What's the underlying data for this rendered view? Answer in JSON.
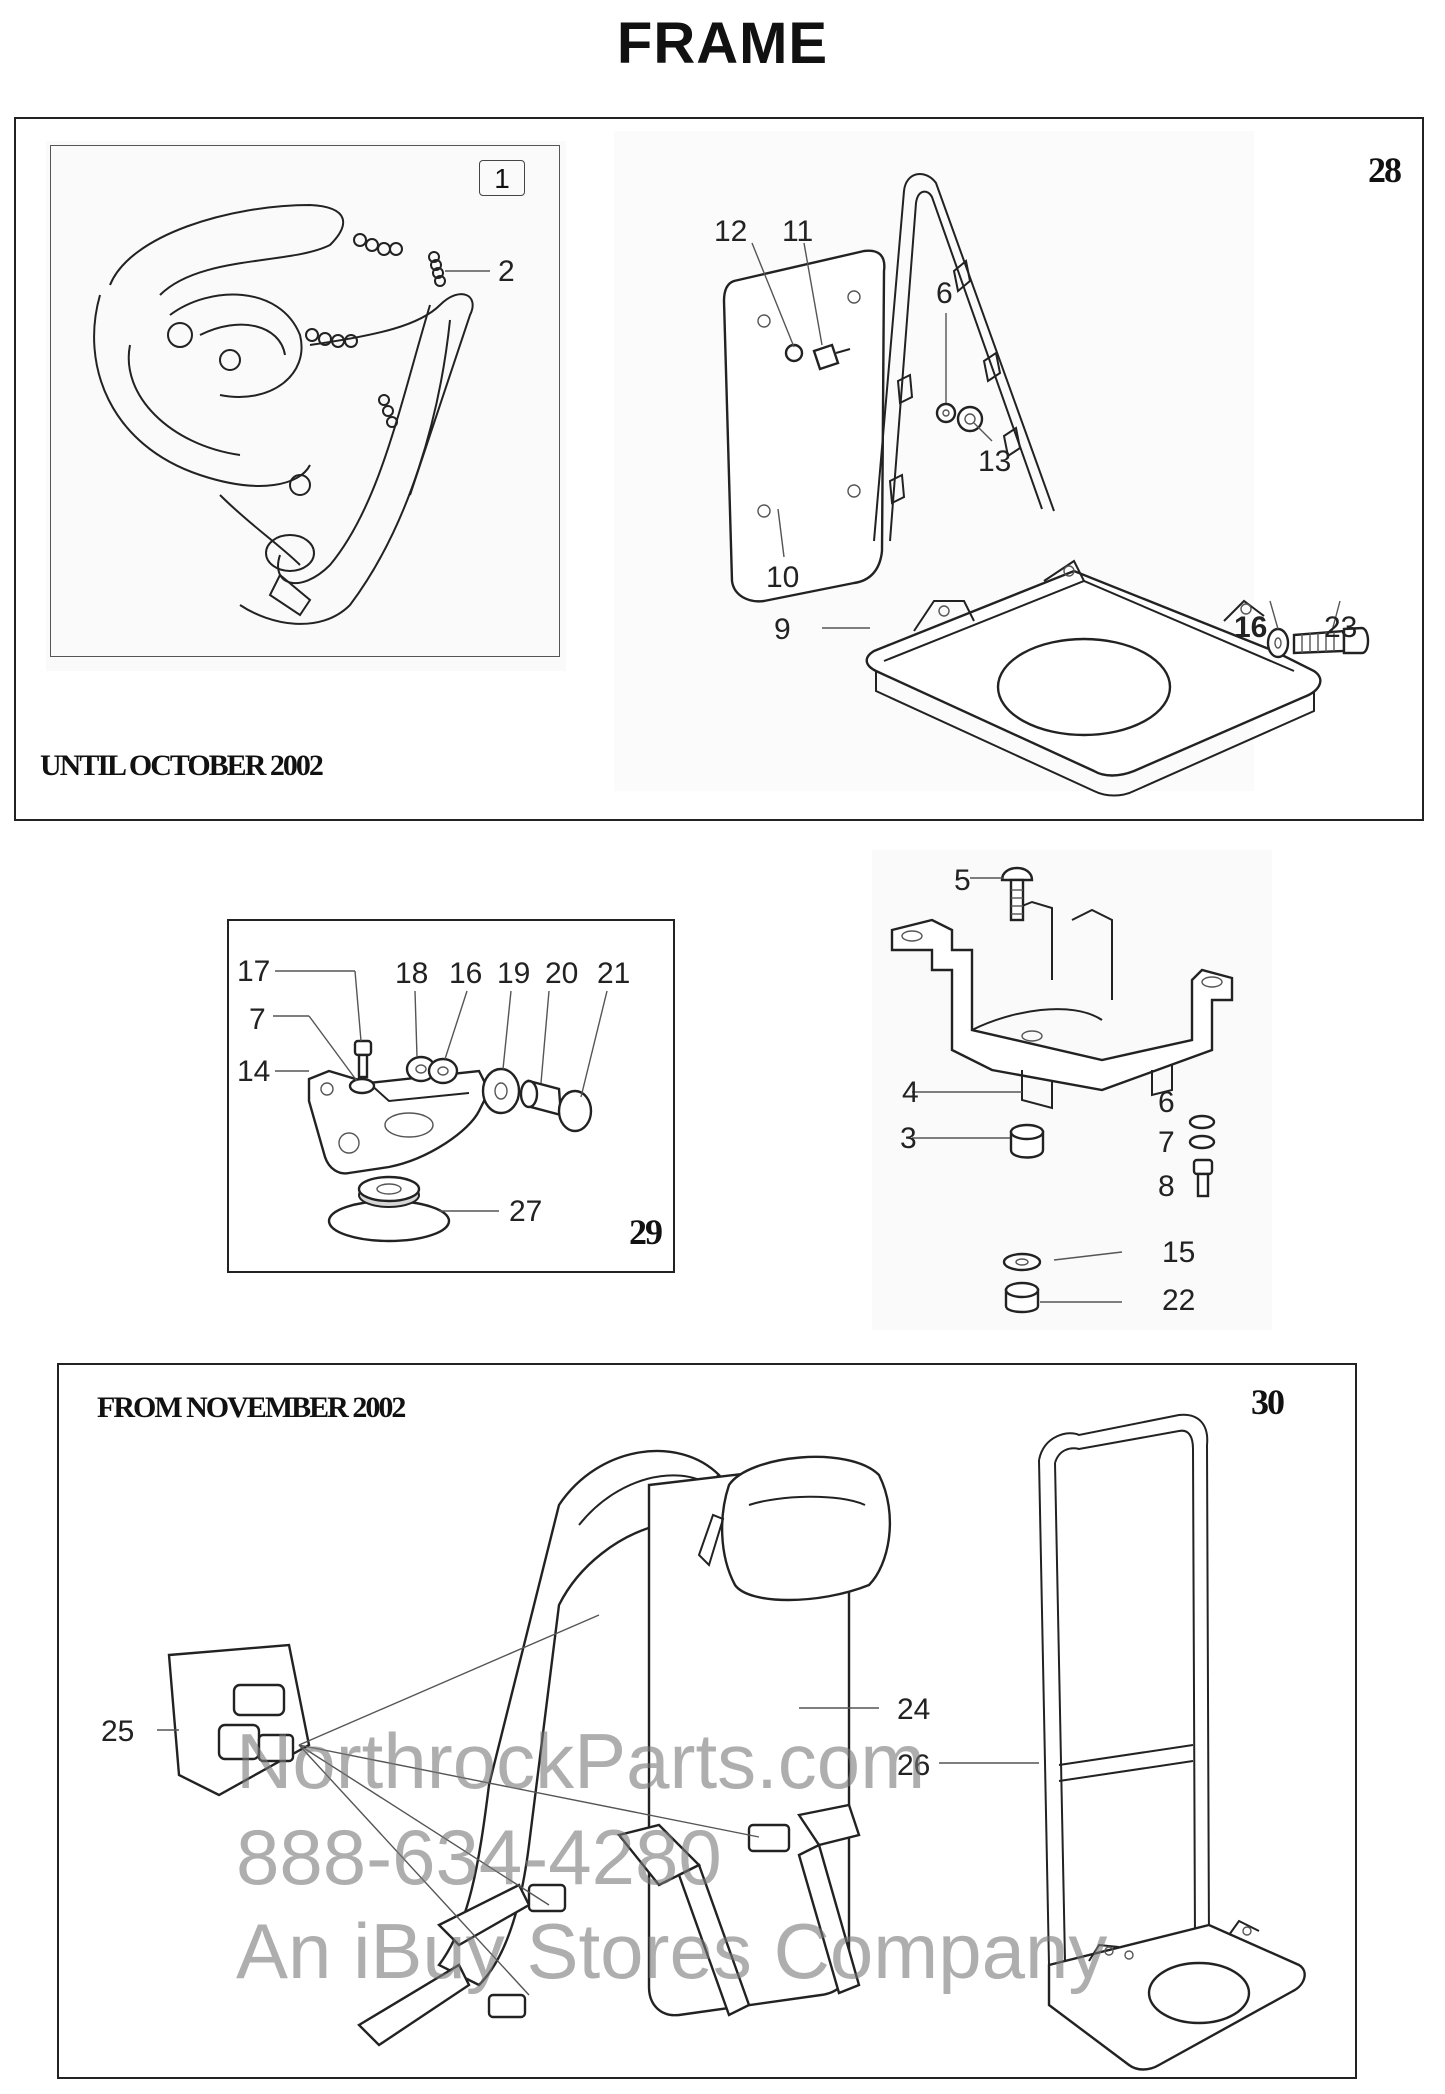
{
  "page": {
    "title": "FRAME"
  },
  "panel_top": {
    "figure_number": "28",
    "inset_number": "1",
    "caption": "UNTIL OCTOBER 2002",
    "callouts": [
      "2",
      "12",
      "11",
      "6",
      "13",
      "10",
      "9",
      "16",
      "23"
    ]
  },
  "panel_mid_left": {
    "figure_number": "29",
    "callouts": [
      "17",
      "7",
      "14",
      "18",
      "16",
      "19",
      "20",
      "21",
      "27"
    ]
  },
  "panel_mid_right": {
    "callouts": [
      "5",
      "4",
      "3",
      "6",
      "7",
      "8",
      "15",
      "22"
    ]
  },
  "panel_bottom": {
    "figure_number": "30",
    "caption": "FROM NOVEMBER 2002",
    "callouts": [
      "24",
      "26",
      "25"
    ]
  },
  "watermark": {
    "line1": "NorthrockParts.com",
    "line2": "888-634-4280",
    "line3": "An iBuy Stores Company"
  }
}
